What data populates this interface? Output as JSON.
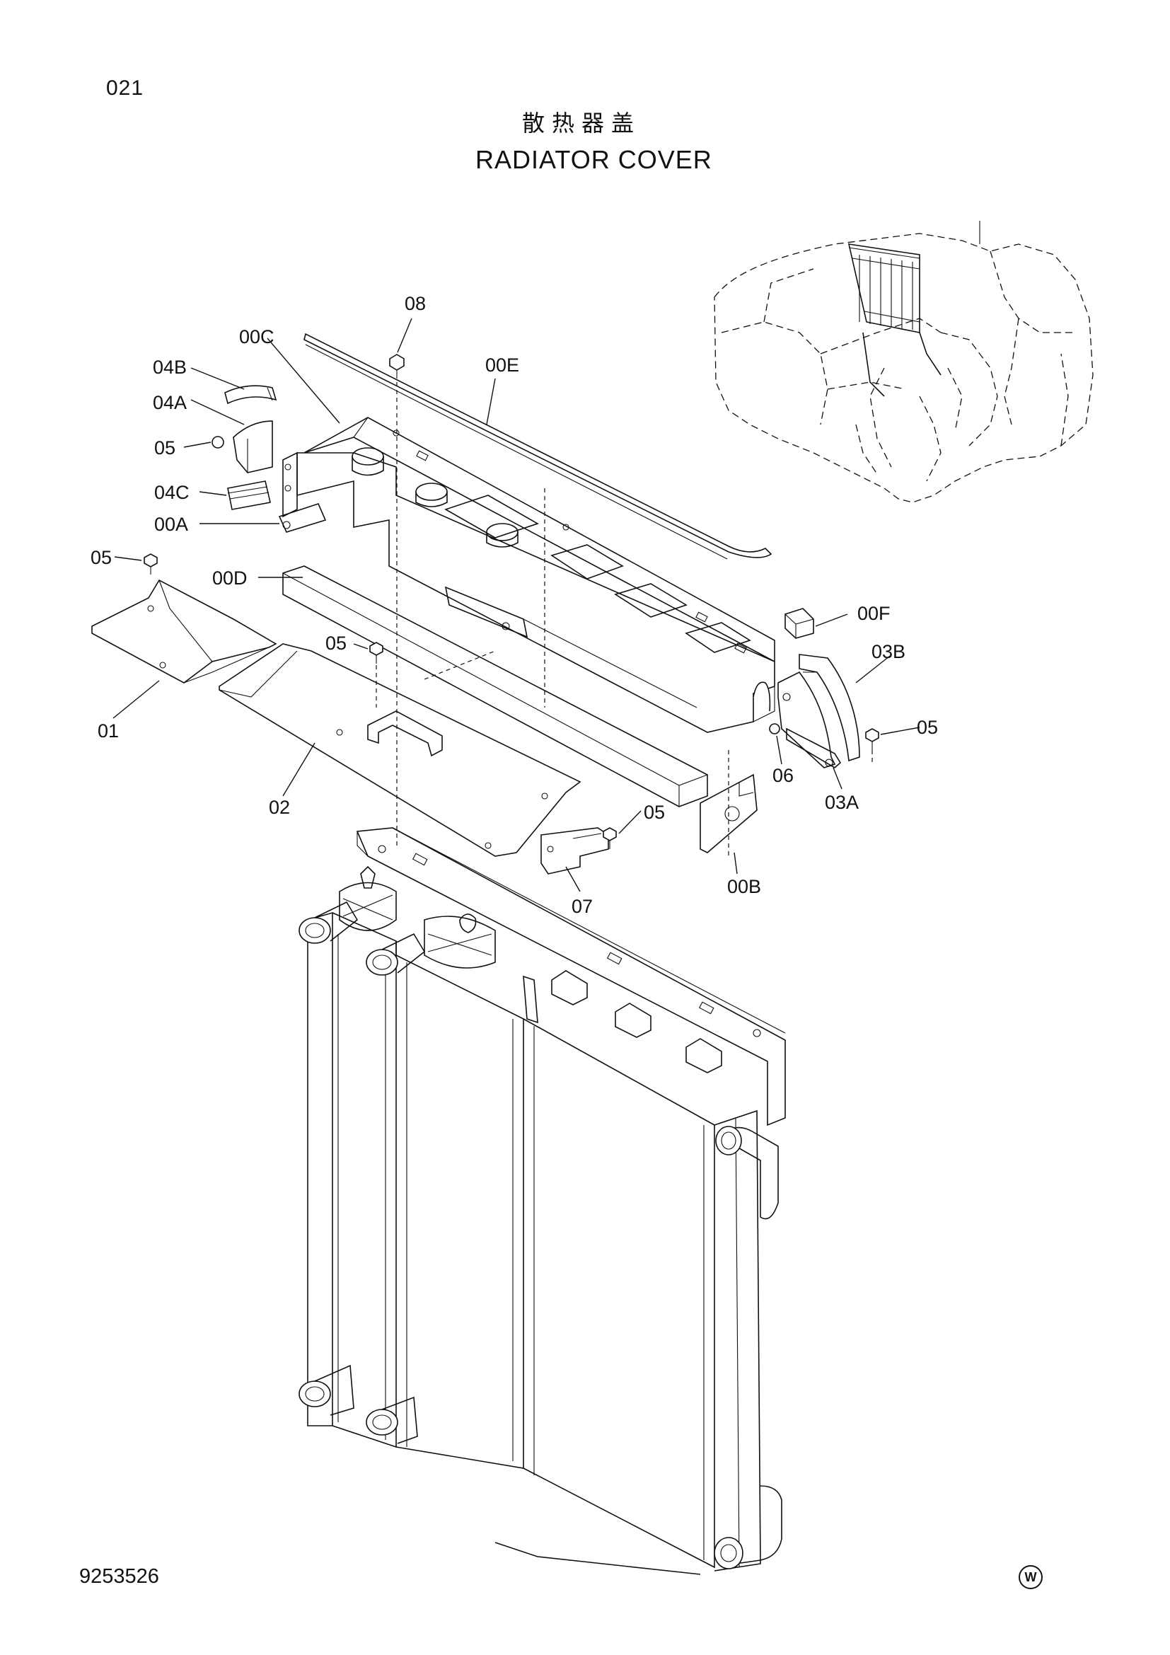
{
  "page_number": "021",
  "title_cn": "散热器盖",
  "title_en": "RADIATOR COVER",
  "drawing_number": "9253526",
  "mark": "W",
  "callouts": [
    {
      "id": "c-08",
      "label": "08"
    },
    {
      "id": "c-00c",
      "label": "00C"
    },
    {
      "id": "c-04b",
      "label": "04B"
    },
    {
      "id": "c-00e",
      "label": "00E"
    },
    {
      "id": "c-04a",
      "label": "04A"
    },
    {
      "id": "c-05a",
      "label": "05"
    },
    {
      "id": "c-04c",
      "label": "04C"
    },
    {
      "id": "c-00a",
      "label": "00A"
    },
    {
      "id": "c-05b",
      "label": "05"
    },
    {
      "id": "c-00d",
      "label": "00D"
    },
    {
      "id": "c-00f",
      "label": "00F"
    },
    {
      "id": "c-05c",
      "label": "05"
    },
    {
      "id": "c-03b",
      "label": "03B"
    },
    {
      "id": "c-05d",
      "label": "05"
    },
    {
      "id": "c-01",
      "label": "01"
    },
    {
      "id": "c-06",
      "label": "06"
    },
    {
      "id": "c-02",
      "label": "02"
    },
    {
      "id": "c-03a",
      "label": "03A"
    },
    {
      "id": "c-05e",
      "label": "05"
    },
    {
      "id": "c-07",
      "label": "07"
    },
    {
      "id": "c-00b",
      "label": "00B"
    }
  ]
}
